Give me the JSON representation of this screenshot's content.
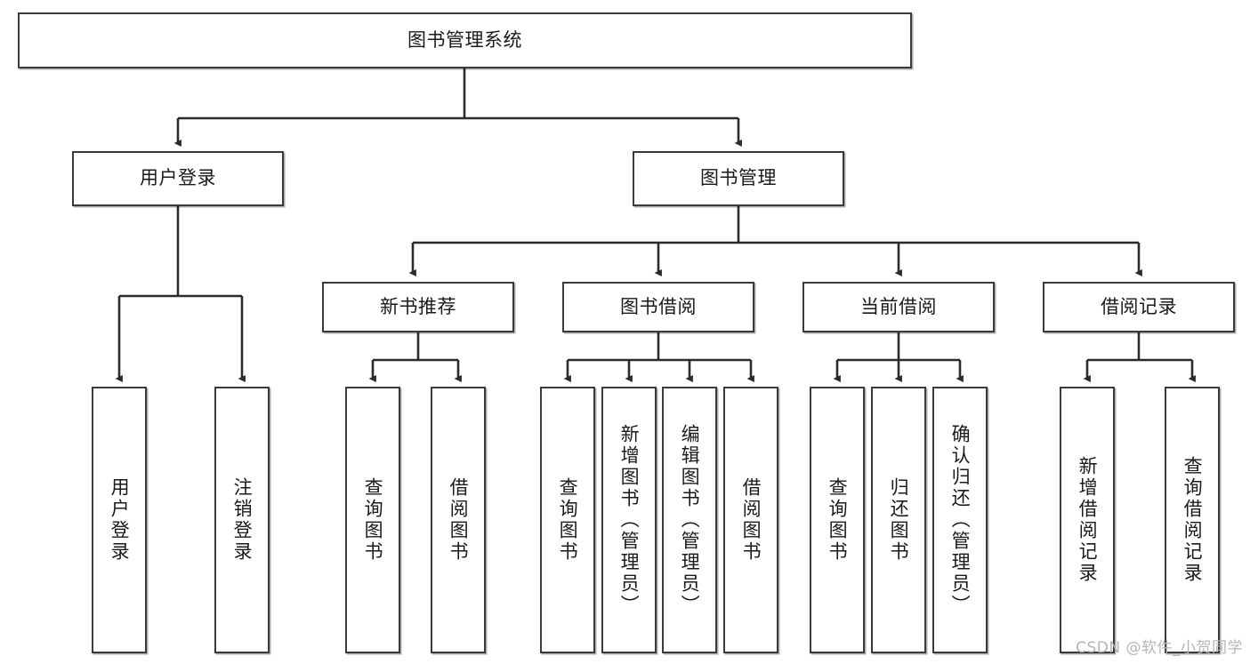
{
  "diagram": {
    "title": "图书管理系统",
    "type": "hierarchy-tree",
    "watermark": "CSDN @软件_小贺同学",
    "colors": {
      "box_border": "#3a3a3a",
      "box_fill": "#ffffff",
      "connector": "#2b2b2b",
      "text": "#1a1a1a",
      "watermark": "#b6b6b6"
    },
    "levels": {
      "level1": [
        {
          "id": "root",
          "label": "图书管理系统",
          "orientation": "horizontal"
        }
      ],
      "level2": [
        {
          "id": "user-login",
          "label": "用户登录",
          "orientation": "horizontal"
        },
        {
          "id": "book-management",
          "label": "图书管理",
          "orientation": "horizontal"
        }
      ],
      "level3": [
        {
          "id": "new-book-recommend",
          "label": "新书推荐",
          "orientation": "horizontal"
        },
        {
          "id": "book-borrow",
          "label": "图书借阅",
          "orientation": "horizontal"
        },
        {
          "id": "current-borrow",
          "label": "当前借阅",
          "orientation": "horizontal"
        },
        {
          "id": "borrow-record",
          "label": "借阅记录",
          "orientation": "horizontal"
        }
      ],
      "level4": [
        {
          "id": "leaf-user-login",
          "label": "用户登录",
          "orientation": "vertical",
          "parent": "user-login"
        },
        {
          "id": "leaf-logout",
          "label": "注销登录",
          "orientation": "vertical",
          "parent": "user-login"
        },
        {
          "id": "leaf-query-book-1",
          "label": "查询图书",
          "orientation": "vertical",
          "parent": "new-book-recommend"
        },
        {
          "id": "leaf-borrow-book-1",
          "label": "借阅图书",
          "orientation": "vertical",
          "parent": "new-book-recommend"
        },
        {
          "id": "leaf-query-book-2",
          "label": "查询图书",
          "orientation": "vertical",
          "parent": "book-borrow"
        },
        {
          "id": "leaf-add-book",
          "label": "新增图书（管理员）",
          "orientation": "vertical",
          "parent": "book-borrow"
        },
        {
          "id": "leaf-edit-book",
          "label": "编辑图书（管理员）",
          "orientation": "vertical",
          "parent": "book-borrow"
        },
        {
          "id": "leaf-borrow-book-2",
          "label": "借阅图书",
          "orientation": "vertical",
          "parent": "book-borrow"
        },
        {
          "id": "leaf-query-book-3",
          "label": "查询图书",
          "orientation": "vertical",
          "parent": "current-borrow"
        },
        {
          "id": "leaf-return-book",
          "label": "归还图书",
          "orientation": "vertical",
          "parent": "current-borrow"
        },
        {
          "id": "leaf-confirm-return",
          "label": "确认归还（管理员）",
          "orientation": "vertical",
          "parent": "current-borrow"
        },
        {
          "id": "leaf-add-record",
          "label": "新增借阅记录",
          "orientation": "vertical",
          "parent": "borrow-record"
        },
        {
          "id": "leaf-query-record",
          "label": "查询借阅记录",
          "orientation": "vertical",
          "parent": "borrow-record"
        }
      ]
    }
  }
}
